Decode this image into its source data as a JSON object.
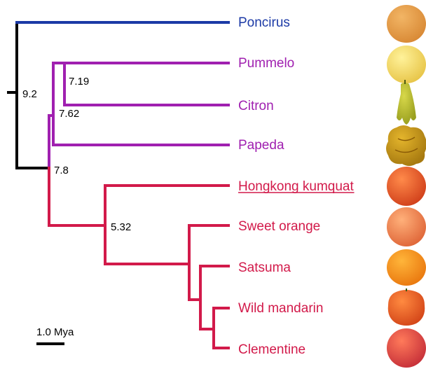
{
  "colors": {
    "poncirus": "#1c3aa6",
    "purple": "#a020b0",
    "red": "#d21a4a",
    "root": "#000000"
  },
  "taxa": [
    {
      "label": "Poncirus",
      "color_key": "poncirus",
      "underline": false,
      "fruit": {
        "icon": "poncirus-fruit",
        "c1": "#f2b565",
        "c2": "#d98a36",
        "shape": "round"
      }
    },
    {
      "label": "Pummelo",
      "color_key": "purple",
      "underline": false,
      "fruit": {
        "icon": "pummelo-fruit",
        "c1": "#fff29a",
        "c2": "#e8c64a",
        "shape": "round"
      }
    },
    {
      "label": "Citron",
      "color_key": "purple",
      "underline": false,
      "fruit": {
        "icon": "citron-fruit",
        "c1": "#d8d84a",
        "c2": "#9aa020",
        "shape": "fingered"
      }
    },
    {
      "label": "Papeda",
      "color_key": "purple",
      "underline": false,
      "fruit": {
        "icon": "papeda-fruit",
        "c1": "#e4b52c",
        "c2": "#a77a10",
        "shape": "bumpy"
      }
    },
    {
      "label": "Hongkong kumquat",
      "color_key": "red",
      "underline": true,
      "fruit": {
        "icon": "kumquat-fruit",
        "c1": "#ff8a4a",
        "c2": "#d2421c",
        "shape": "round"
      }
    },
    {
      "label": "Sweet orange",
      "color_key": "red",
      "underline": false,
      "fruit": {
        "icon": "sweet-orange-fruit",
        "c1": "#ffb07a",
        "c2": "#e0683a",
        "shape": "round"
      }
    },
    {
      "label": "Satsuma",
      "color_key": "red",
      "underline": false,
      "fruit": {
        "icon": "satsuma-fruit",
        "c1": "#ffb53a",
        "c2": "#ea7a10",
        "shape": "round"
      }
    },
    {
      "label": "Wild mandarin",
      "color_key": "red",
      "underline": false,
      "fruit": {
        "icon": "wild-mandarin-fruit",
        "c1": "#ff8a40",
        "c2": "#d5481a",
        "shape": "bumpy"
      }
    },
    {
      "label": "Clementine",
      "color_key": "red",
      "underline": false,
      "fruit": {
        "icon": "clementine-fruit",
        "c1": "#ff7a5a",
        "c2": "#c8323a",
        "shape": "round"
      }
    }
  ],
  "node_labels": {
    "root": "9.2",
    "pummelo_citron": "7.19",
    "purple_clade": "7.62",
    "core": "7.8",
    "red_clade": "5.32"
  },
  "scale_bar": {
    "label": "1.0 Mya"
  }
}
